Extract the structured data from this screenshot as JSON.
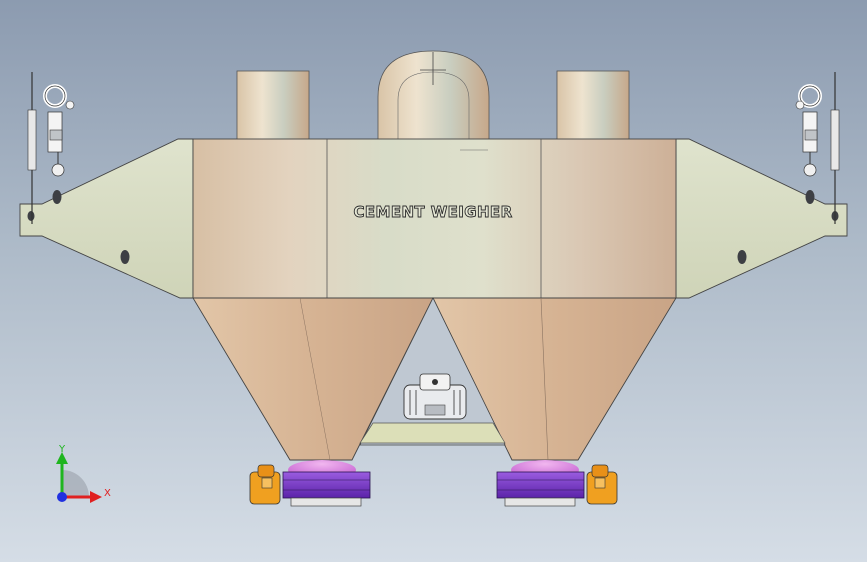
{
  "model": {
    "body_label": "CEMENT WEIGHER"
  },
  "triad": {
    "y_label": "Y",
    "x_label": "X",
    "y_color": "#1fb51f",
    "x_color": "#e02020",
    "z_color": "#2030e0"
  },
  "colors": {
    "background_top": "#8c9bb0",
    "background_bottom": "#d5dde6",
    "hopper": "#d8b898",
    "wing_panel": "#d6dcc2",
    "valve_purple": "#7a36c8",
    "actuator_orange": "#f0a020"
  }
}
